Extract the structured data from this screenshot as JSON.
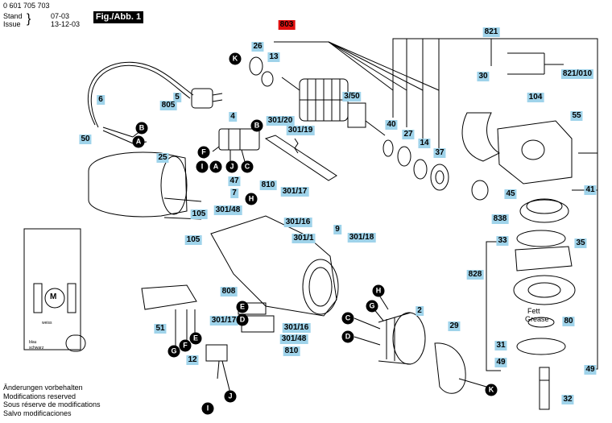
{
  "header": {
    "part_number": "0 601 705 703",
    "stand_label": "Stand",
    "stand_value": "07-03",
    "issue_label": "Issue",
    "issue_value": "13-12-03",
    "figure_title": "Fig./Abb. 1"
  },
  "labels": {
    "l803": "803",
    "l26": "26",
    "l13": "13",
    "l3_50": "3/50",
    "l40": "40",
    "l27": "27",
    "l14": "14",
    "l37": "37",
    "l821": "821",
    "l30": "30",
    "l821_010": "821/010",
    "l104": "104",
    "l55": "55",
    "l5": "5",
    "l805": "805",
    "l6": "6",
    "l4": "4",
    "l301_20": "301/20",
    "l301_19": "301/19",
    "l50": "50",
    "l25": "25",
    "l47": "47",
    "l7": "7",
    "l810a": "810",
    "l301_17a": "301/17",
    "l301_48a": "301/48",
    "l301_16a": "301/16",
    "l105a": "105",
    "l105b": "105",
    "l9": "9",
    "l301_1": "301/1",
    "l301_18": "301/18",
    "l45": "45",
    "l41": "41",
    "l838": "838",
    "l33": "33",
    "l35": "35",
    "l828": "828",
    "l80": "80",
    "l31": "31",
    "l49a": "49",
    "l49b": "49",
    "l32": "32",
    "l808": "808",
    "l51": "51",
    "l301_17b": "301/17",
    "l301_16b": "301/16",
    "l301_48b": "301/48",
    "l810b": "810",
    "l12": "12",
    "l2": "2",
    "l29": "29"
  },
  "letters": {
    "K": "K",
    "B": "B",
    "A": "A",
    "F": "F",
    "I": "I",
    "J": "J",
    "C": "C",
    "G": "G",
    "H": "H",
    "E": "E",
    "D": "D"
  },
  "notes": {
    "grease_de": "Fett",
    "grease_en": "Grease",
    "wire_blue": "blau",
    "wire_black": "schwarz",
    "wire_white": "weiss",
    "motor_symbol": "M"
  },
  "footer": {
    "line1": "Änderungen vorbehalten",
    "line2": "Modifications reserved",
    "line3": "Sous réserve de modifications",
    "line4": "Salvo modificaciones"
  },
  "colors": {
    "label_bg": "#9fd3ea",
    "label_highlight": "#e01010",
    "line": "#000000"
  }
}
